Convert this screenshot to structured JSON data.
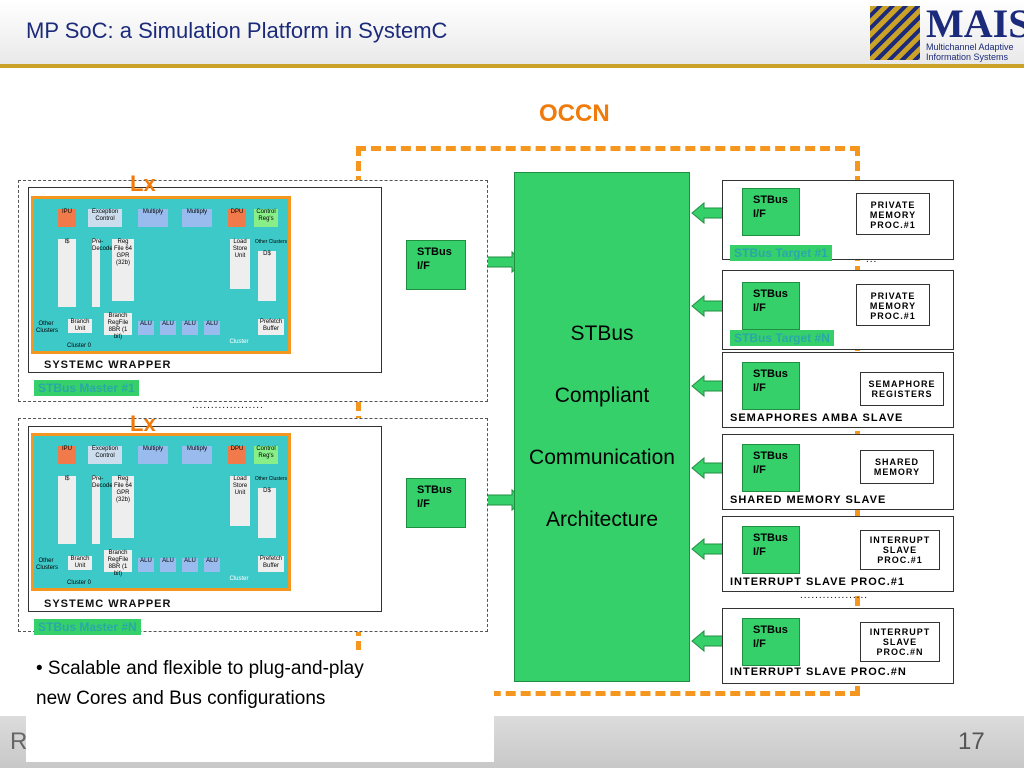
{
  "header": {
    "title": "MP SoC: a Simulation Platform in SystemC"
  },
  "logo": {
    "name": "MAIS",
    "line1": "Multichannel Adaptive",
    "line2": "Information Systems"
  },
  "footer": {
    "left_text": "R",
    "page_number": "17"
  },
  "diagram": {
    "occn_label": "OCCN",
    "main_block": {
      "line1": "STBus",
      "line2": "Compliant",
      "line3": "Communication",
      "line4": "Architecture"
    },
    "masters": [
      {
        "lx": "Lx",
        "wrapper": "SYSTEMC WRAPPER",
        "label": "STBus Master #1",
        "interface": "STBus I/F"
      },
      {
        "lx": "Lx",
        "wrapper": "SYSTEMC WRAPPER",
        "label": "STBus Master #N",
        "interface": "STBus I/F"
      }
    ],
    "core_blocks": {
      "ipu": "IPU",
      "exc": "Exception Control",
      "mul1": "Multiply",
      "mul2": "Multiply",
      "dpu": "DPU",
      "ctrl": "Control Reg's",
      "is": "I$",
      "pre": "Pre-Decode",
      "reg": "Reg File 64 GPR (32b)",
      "lsu": "Load Store Unit",
      "ds": "D$",
      "other": "Other Clusters",
      "branch": "Branch Unit",
      "breg": "Branch RegFile 8BR (1 bit)",
      "alu": "ALU",
      "prefetch": "Prefetch Buffer",
      "cluster": "Cluster",
      "cluster0": "Cluster 0",
      "otherc": "Other Clusters"
    },
    "master_dots": "...................",
    "slaves": [
      {
        "interface": "STBus I/F",
        "content": "PRIVATE MEMORY PROC.#1",
        "label": "STBus Target #1"
      },
      {
        "interface": "STBus I/F",
        "content": "PRIVATE MEMORY PROC.#1",
        "label": "STBus Target #N"
      },
      {
        "interface": "STBus I/F",
        "content": "SEMAPHORE REGISTERS",
        "label": "SEMAPHORES AMBA SLAVE"
      },
      {
        "interface": "STBus I/F",
        "content": "SHARED MEMORY",
        "label": "SHARED MEMORY SLAVE"
      },
      {
        "interface": "STBus I/F",
        "content": "INTERRUPT SLAVE PROC.#1",
        "label": "INTERRUPT SLAVE PROC.#1"
      },
      {
        "interface": "STBus I/F",
        "content": "INTERRUPT SLAVE PROC.#N",
        "label": "INTERRUPT SLAVE PROC.#N"
      }
    ],
    "slave_dots": "..................",
    "slave_dots2": "..."
  },
  "bullet": {
    "line1": "• Scalable and flexible to plug-and-play",
    "line2": "new Cores and Bus configurations"
  },
  "colors": {
    "accent_orange": "#f5961e",
    "stbus_green": "#36d06a",
    "title_blue": "#1b2a7a"
  }
}
